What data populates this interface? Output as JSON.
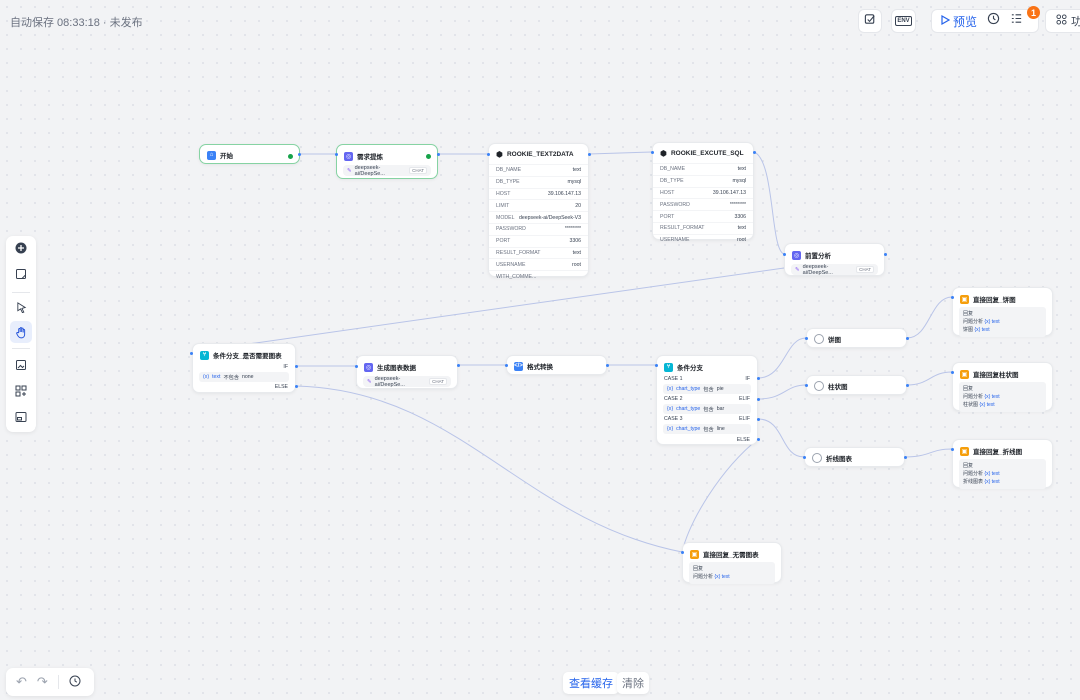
{
  "status": "自动保存 08:33:18 · 未发布",
  "toolbar": {
    "env_label": "ENV",
    "preview_label": "预览",
    "badge_count": "1",
    "features_label": "功"
  },
  "bottom": {
    "view_cache": "查看缓存",
    "clear": "清除"
  },
  "nodes": {
    "start": {
      "title": "开始"
    },
    "req_extract": {
      "title": "需求提炼",
      "model": "deepseek-ai/DeepSe...",
      "chat": "CHAT"
    },
    "text2data": {
      "title": "ROOKIE_TEXT2DATA",
      "params": [
        {
          "k": "DB_NAME",
          "v": "text"
        },
        {
          "k": "DB_TYPE",
          "v": "mysql"
        },
        {
          "k": "HOST",
          "v": "39.106.147.13"
        },
        {
          "k": "LIMIT",
          "v": "20"
        },
        {
          "k": "MODEL",
          "v": "deepseek-ai/DeepSeek-V3"
        },
        {
          "k": "PASSWORD",
          "v": "********"
        },
        {
          "k": "PORT",
          "v": "3306"
        },
        {
          "k": "RESULT_FORMAT",
          "v": "text"
        },
        {
          "k": "USERNAME",
          "v": "root"
        },
        {
          "k": "WITH_COMME...",
          "v": ""
        }
      ]
    },
    "excute_sql": {
      "title": "ROOKIE_EXCUTE_SQL",
      "params": [
        {
          "k": "DB_NAME",
          "v": "text"
        },
        {
          "k": "DB_TYPE",
          "v": "mysql"
        },
        {
          "k": "HOST",
          "v": "39.106.147.13"
        },
        {
          "k": "PASSWORD",
          "v": "********"
        },
        {
          "k": "PORT",
          "v": "3306"
        },
        {
          "k": "RESULT_FORMAT",
          "v": "text"
        },
        {
          "k": "USERNAME",
          "v": "root"
        }
      ]
    },
    "analysis": {
      "title": "前置分析",
      "model": "deepseek-ai/DeepSe...",
      "chat": "CHAT"
    },
    "cond1": {
      "title": "条件分支_是否需要图表",
      "if": "IF",
      "var": "(x)",
      "var_name": "text",
      "op": "不包含",
      "val": "none",
      "else": "ELSE"
    },
    "gen_chart": {
      "title": "生成图表数据",
      "model": "deepseek-ai/DeepSe...",
      "chat": "CHAT"
    },
    "format": {
      "title": "格式转换"
    },
    "cond2": {
      "title": "条件分支",
      "cases": [
        {
          "label": "CASE 1",
          "tag": "IF",
          "var": "chart_type",
          "op": "包含",
          "val": "pie"
        },
        {
          "label": "CASE 2",
          "tag": "ELIF",
          "var": "chart_type",
          "op": "包含",
          "val": "bar"
        },
        {
          "label": "CASE 3",
          "tag": "ELIF",
          "var": "chart_type",
          "op": "包含",
          "val": "line"
        }
      ],
      "else": "ELSE"
    },
    "pie": {
      "title": "饼图"
    },
    "bar": {
      "title": "柱状图"
    },
    "line": {
      "title": "折线图表"
    },
    "reply_pie": {
      "title": "直接回复_饼图",
      "sub": "回复",
      "lines": [
        {
          "pre": "问题分析",
          "var": "{x} text"
        },
        {
          "pre": "饼图",
          "var": "{x} text"
        }
      ]
    },
    "reply_bar": {
      "title": "直接回复柱状图",
      "sub": "回复",
      "lines": [
        {
          "pre": "问题分析",
          "var": "{x} text"
        },
        {
          "pre": "柱状图",
          "var": "{x} text"
        }
      ]
    },
    "reply_line": {
      "title": "直接回复_折线图",
      "sub": "回复",
      "lines": [
        {
          "pre": "问题分析",
          "var": "{x} text"
        },
        {
          "pre": "折线图表",
          "var": "{x} text"
        }
      ]
    },
    "reply_none": {
      "title": "直接回复_无需图表",
      "sub": "回复",
      "lines": [
        {
          "pre": "问题分析",
          "var": "{x} text"
        }
      ]
    }
  },
  "colors": {
    "accent": "#2563eb",
    "success": "#16a34a",
    "badge": "#f97316"
  }
}
